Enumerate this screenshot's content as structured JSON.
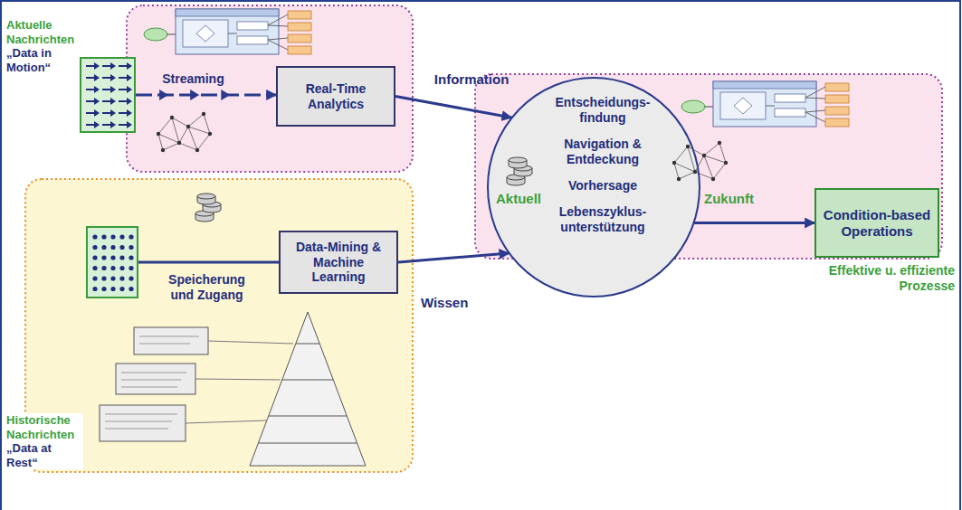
{
  "diagram": {
    "nodes": [
      {
        "text": [
          "Aktuelle Nachrichten",
          "„Data in Motion“"
        ]
      },
      {
        "text": [
          "Real-Time Analytics"
        ]
      },
      {
        "text": [
          "Entscheidungs- findung",
          "Navigation & Entdeckung",
          "Vorhersage",
          "Lebenszyklus- unterstützung"
        ]
      },
      {
        "text": [
          "Condition-based Operations"
        ]
      },
      {
        "text": [
          "Historische Nachrichten",
          "„Data at Rest“"
        ]
      },
      {
        "text": [
          "Data-Mining & Machine Learning"
        ]
      }
    ],
    "edges": [
      {
        "from": 0,
        "to": 1,
        "arrow": "to",
        "label": "Streaming"
      },
      {
        "from": 1,
        "to": 2,
        "arrow": "to",
        "label": "Information"
      },
      {
        "from": 4,
        "to": 5,
        "arrow": "none",
        "label": "Speicherung und Zugang"
      },
      {
        "from": 5,
        "to": 2,
        "arrow": "to",
        "label": "Wissen"
      },
      {
        "from": 2,
        "to": 3,
        "arrow": "to"
      }
    ],
    "labels": [
      "Aktuell",
      "Zukunft",
      "Effektive u. effiziente Prozesse"
    ]
  }
}
